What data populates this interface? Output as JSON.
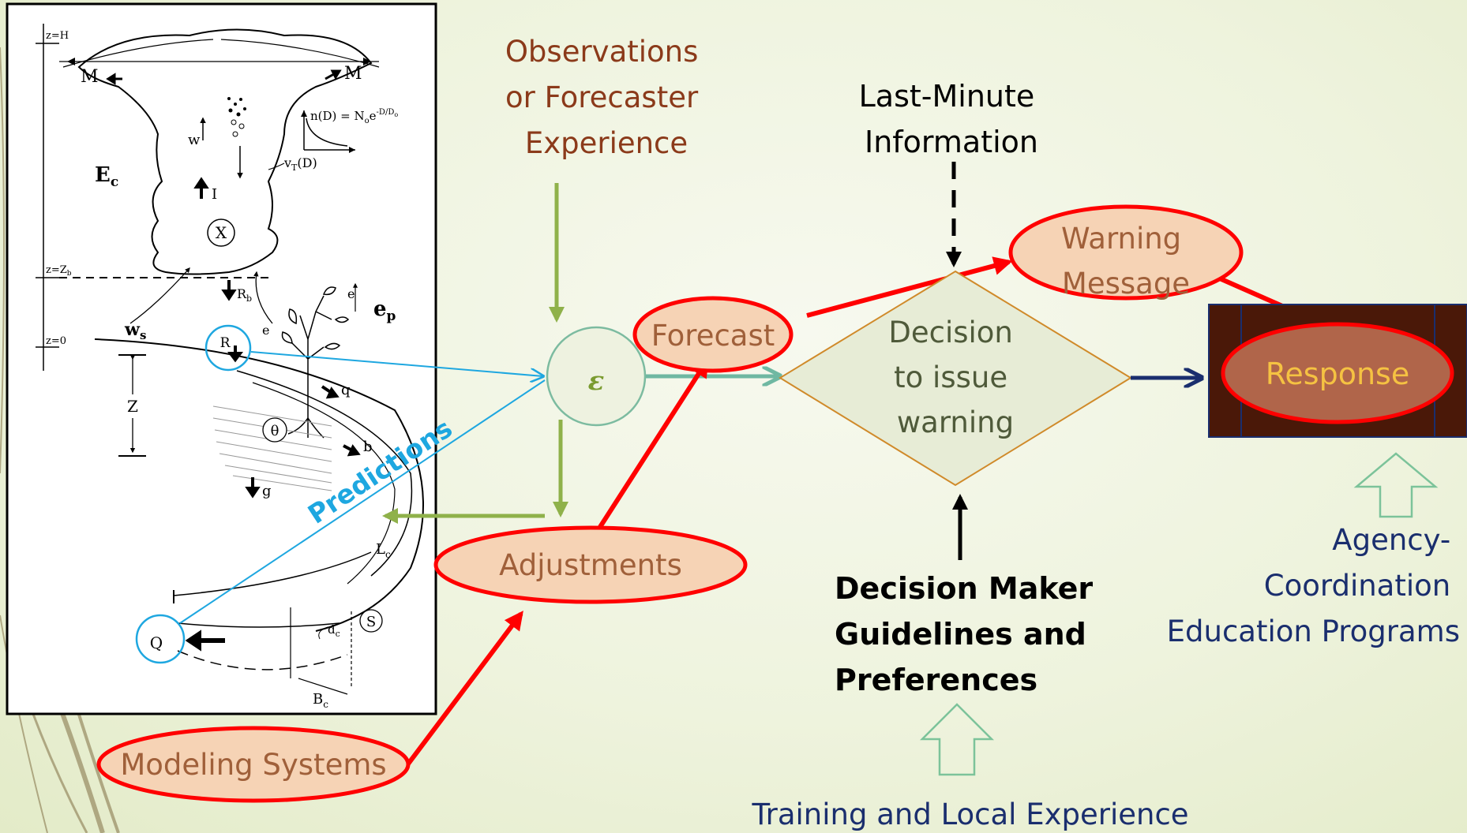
{
  "labels": {
    "observations": [
      "Observations",
      "or Forecaster",
      "Experience"
    ],
    "last_minute": [
      "Last-Minute",
      "Information"
    ],
    "warning_message": [
      "Warning",
      "Message"
    ],
    "forecast": "Forecast",
    "epsilon": "ε",
    "decision": [
      "Decision",
      "to issue",
      "warning"
    ],
    "response": "Response",
    "adjustments": "Adjustments",
    "predictions": "Predictions",
    "modeling_systems": "Modeling Systems",
    "decision_maker": [
      "Decision Maker",
      "Guidelines and",
      "Preferences"
    ],
    "agency": [
      "Agency-",
      "Coordination",
      "Education Programs"
    ],
    "training": "Training and Local Experience"
  },
  "figure_labels": {
    "z_H": "z=H",
    "z_Zb": "z=Z",
    "z_Zb_sub": "b",
    "z_0": "z=0",
    "M_left": "M",
    "M_right": "M",
    "n_D": "n(D) = N",
    "n_D_sub": "o",
    "n_D_exp": "e",
    "n_D_sup": "-D/D",
    "w": "w",
    "vT": "v",
    "vT_sub": "T",
    "vT_arg": "(D)",
    "Ec": "E",
    "Ec_sub": "c",
    "I": "I",
    "X": "X",
    "Rb": "R",
    "Rb_sub": "b",
    "ws": "w",
    "ws_sub": "s",
    "ep": "e",
    "ep_sub": "p",
    "e1": "e",
    "e2": "e",
    "R": "R",
    "q": "q",
    "Z": "Z",
    "theta": "θ",
    "b": "b",
    "g": "g",
    "Lc": "L",
    "Lc_sub": "c",
    "dc": "d",
    "dc_sub": "c",
    "S": "S",
    "Q": "Q",
    "Bc": "B",
    "Bc_sub": "c"
  },
  "colors": {
    "brown_text": "#8b3a1a",
    "tan_text": "#a0603a",
    "ellipse_fill": "#f6d3b5",
    "red": "#ff0000",
    "green_arrow": "#8fb14a",
    "blue_line": "#1ea7e0",
    "navy": "#1a2e6e",
    "diamond_stroke": "#d08a2a",
    "response_bg": "#4a1808",
    "response_fill": "#b0654a",
    "response_text": "#f5c242"
  }
}
